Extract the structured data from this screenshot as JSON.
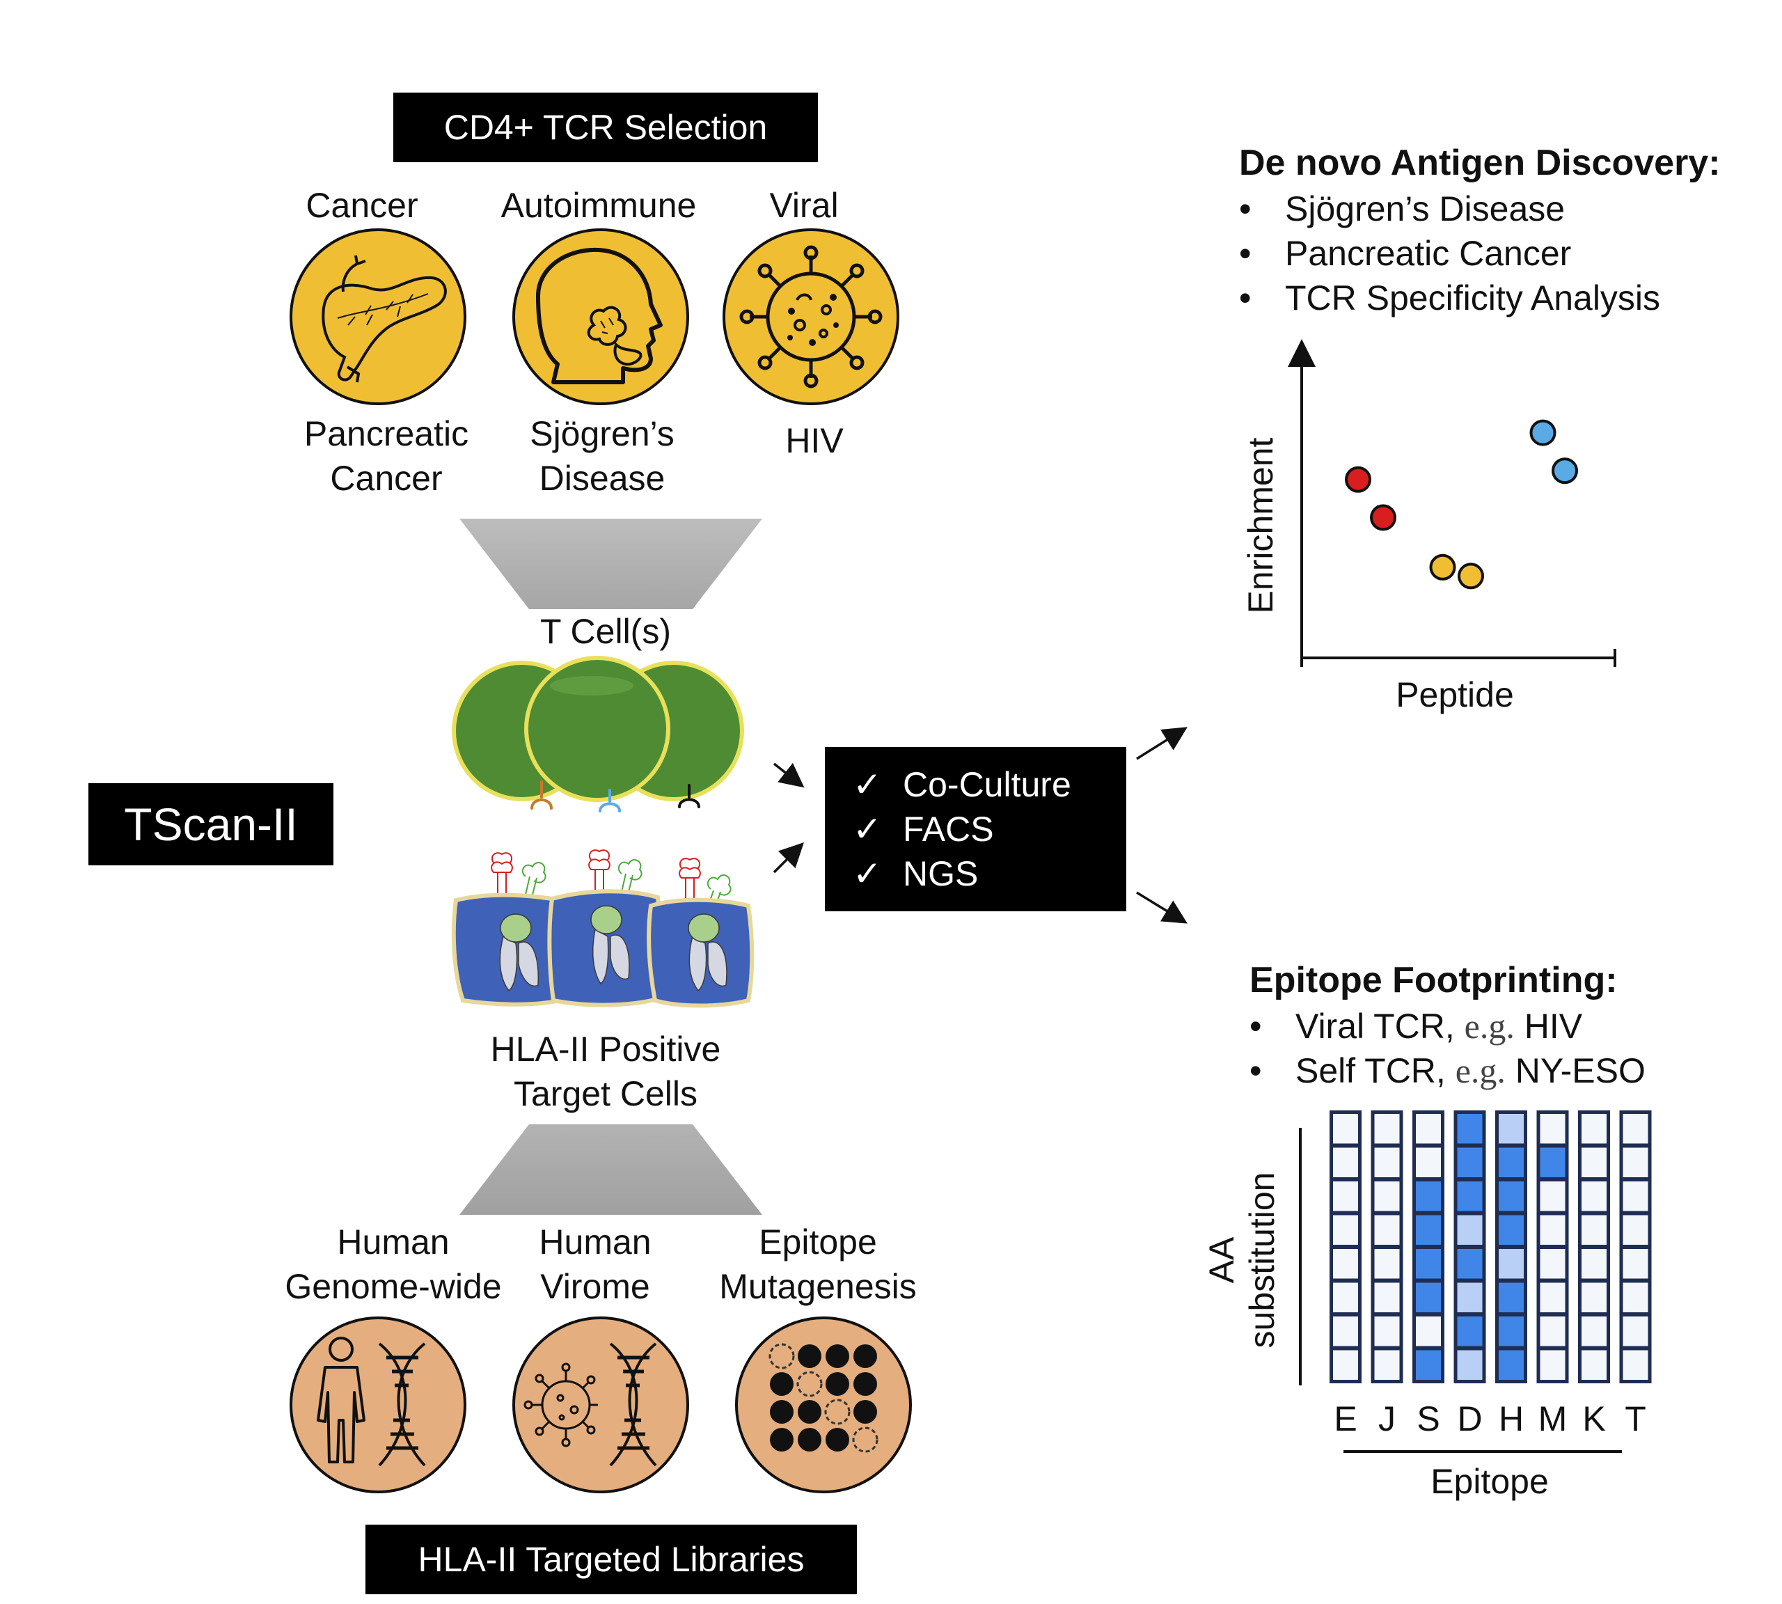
{
  "selection": {
    "title": "CD4+ TCR Selection",
    "categories": [
      {
        "name": "Cancer",
        "example": "Pancreatic\nCancer",
        "icon": "pancreas-icon"
      },
      {
        "name": "Autoimmune",
        "example": "Sjögren’s\nDisease",
        "icon": "head-profile-icon"
      },
      {
        "name": "Viral",
        "example": "HIV",
        "icon": "virus-icon"
      }
    ],
    "circle_color": "#F0BE32"
  },
  "tcells": {
    "label": "T Cell(s)",
    "color": "#4E8B32",
    "border": "#E8E05A"
  },
  "targets": {
    "label": "HLA-II Positive\nTarget Cells",
    "color": "#3F62B8"
  },
  "libraries": {
    "title": "HLA-II Targeted Libraries",
    "items": [
      {
        "name": "Human\nGenome-wide",
        "icon": "human-dna-icon"
      },
      {
        "name": "Human\nVirome",
        "icon": "virus-dna-icon"
      },
      {
        "name": "Epitope\nMutagenesis",
        "icon": "dot-grid-icon"
      }
    ],
    "circle_color": "#E5AE7E"
  },
  "platform": {
    "label": "TScan-II"
  },
  "process": {
    "check": "✓",
    "steps": [
      "Co-Culture",
      "FACS",
      "NGS"
    ]
  },
  "discovery": {
    "title": "De novo Antigen Discovery:",
    "bullets": [
      "Sjögren’s Disease",
      "Pancreatic Cancer",
      "TCR Specificity Analysis"
    ]
  },
  "chart_data": {
    "type": "scatter",
    "xlabel": "Peptide",
    "ylabel": "Enrichment",
    "xlim": [
      0,
      10
    ],
    "ylim": [
      0,
      10
    ],
    "series": [
      {
        "color": "#D81E1E",
        "points": [
          [
            1.8,
            6.1
          ],
          [
            2.6,
            4.8
          ]
        ]
      },
      {
        "color": "#F0BE32",
        "points": [
          [
            4.5,
            3.1
          ],
          [
            5.4,
            2.8
          ]
        ]
      },
      {
        "color": "#5AAAE6",
        "points": [
          [
            7.7,
            7.7
          ],
          [
            8.4,
            6.4
          ]
        ]
      }
    ]
  },
  "footprinting": {
    "title": "Epitope Footprinting:",
    "bullets": [
      {
        "text": "Viral TCR, ",
        "eg": "e.g.",
        "rest": " HIV"
      },
      {
        "text": "Self TCR, ",
        "eg": "e.g.",
        "rest": " NY-ESO"
      }
    ],
    "ylabel_line1": "AA",
    "ylabel_line2": "substitution",
    "xlabel": "Epitope",
    "columns": [
      "E",
      "J",
      "S",
      "D",
      "H",
      "M",
      "K",
      "T"
    ],
    "grid": [
      [
        0,
        0,
        0,
        2,
        1,
        0,
        0,
        0
      ],
      [
        0,
        0,
        0,
        2,
        2,
        2,
        0,
        0
      ],
      [
        0,
        0,
        2,
        2,
        2,
        0,
        0,
        0
      ],
      [
        0,
        0,
        2,
        1,
        2,
        0,
        0,
        0
      ],
      [
        0,
        0,
        2,
        2,
        1,
        0,
        0,
        0
      ],
      [
        0,
        0,
        2,
        1,
        2,
        0,
        0,
        0
      ],
      [
        0,
        0,
        0,
        2,
        2,
        0,
        0,
        0
      ],
      [
        0,
        0,
        2,
        1,
        2,
        0,
        0,
        0
      ]
    ],
    "colors": {
      "0": "#F3F6FB",
      "1": "#B9CFF5",
      "2": "#3F86E8",
      "border": "#1F2D52"
    }
  },
  "bullet_char": "•"
}
